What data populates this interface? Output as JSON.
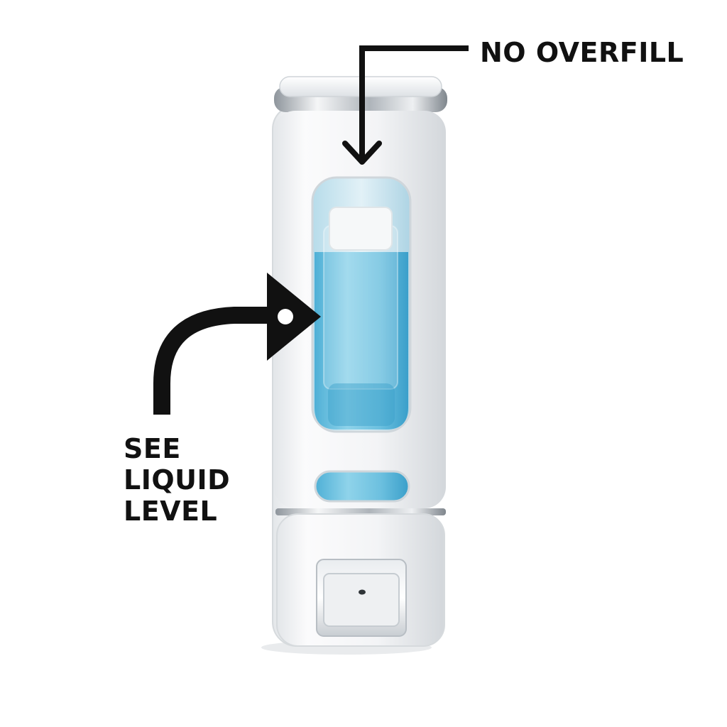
{
  "image": {
    "subject": "wall-mounted soap dispenser",
    "background_color": "#ffffff",
    "colors": {
      "body": "#f4f5f6",
      "body_shadow": "#d9dce0",
      "chrome": "#b9bec4",
      "liquid": "#6fc3e0",
      "liquid_dark": "#3aa6cf",
      "arrow": "#111111"
    }
  },
  "callouts": {
    "no_overfill": {
      "text": "NO OVERFILL",
      "icon": "arrow-down-icon"
    },
    "see_liquid_level": {
      "lines": [
        "SEE",
        "LIQUID",
        "LEVEL"
      ],
      "icon": "curved-arrow-right-icon"
    }
  }
}
